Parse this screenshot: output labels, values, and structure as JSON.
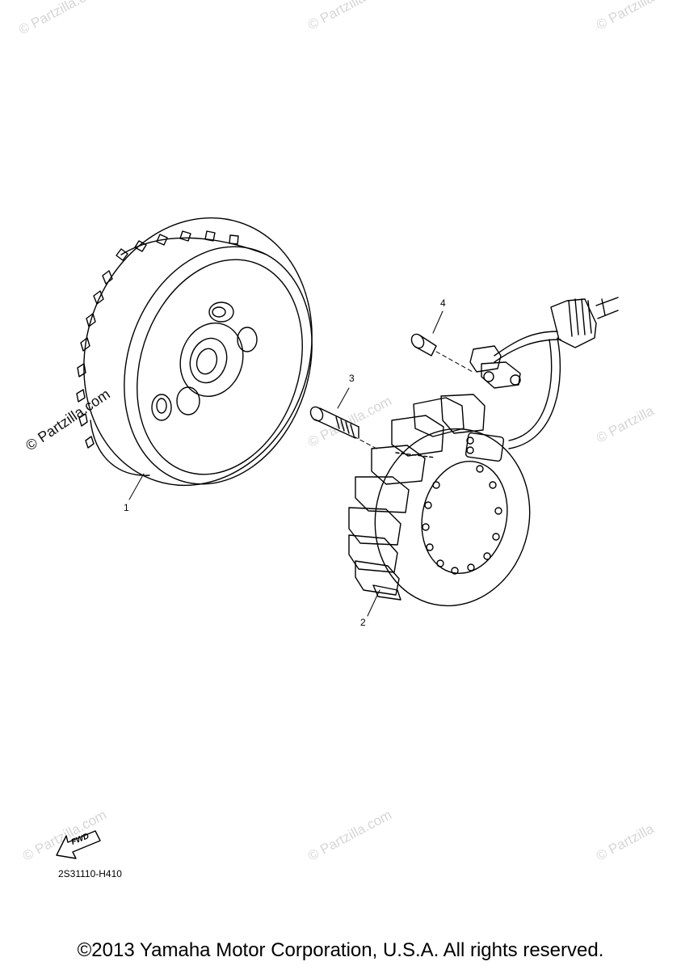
{
  "watermark": {
    "text": "© Partzilla.com",
    "text_short": "© Partzilla",
    "text_top": "© Partzilla.com"
  },
  "callouts": [
    "1",
    "2",
    "3",
    "4"
  ],
  "diagram_code": "2S31110-H410",
  "fwd_label": "FWD",
  "copyright": "©2013 Yamaha Motor Corporation, U.S.A. All rights reserved.",
  "colors": {
    "line": "#000000",
    "watermark": "#d6d6d6"
  }
}
